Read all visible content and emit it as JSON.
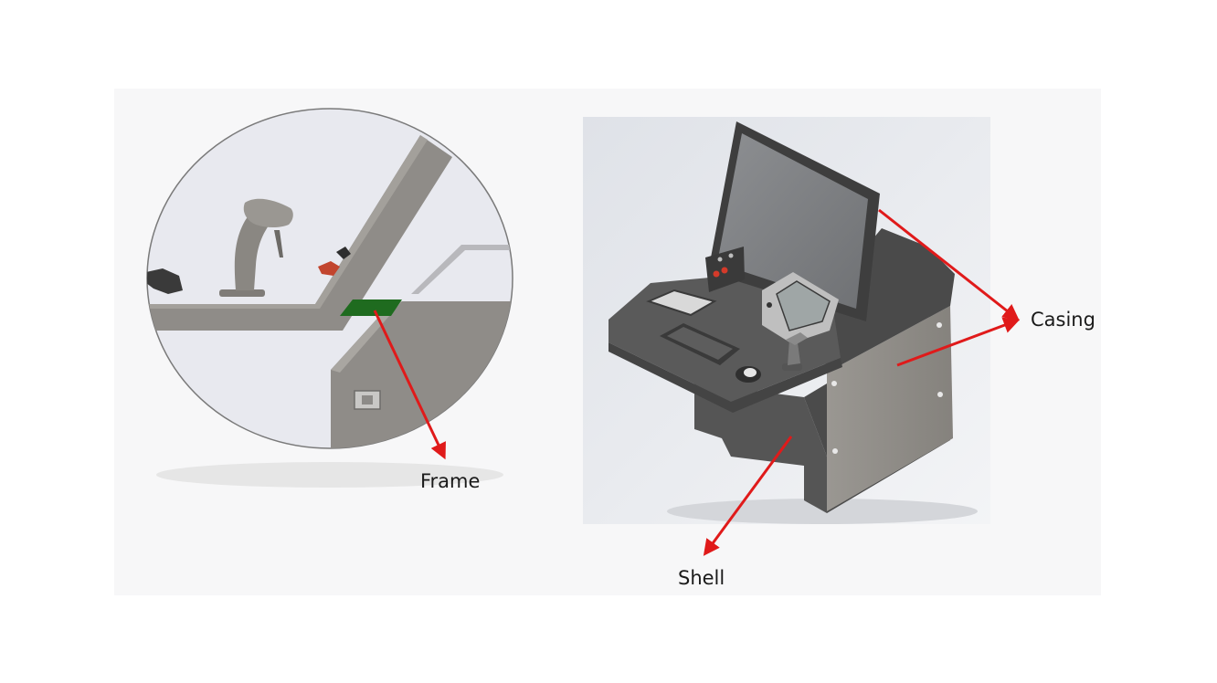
{
  "labels": {
    "frame": "Frame",
    "casing": "Casing",
    "shell": "Shell"
  },
  "colors": {
    "arrow": "#e01a1a",
    "frame_highlight": "#1f6b1f",
    "console_dark": "#545454",
    "casing_panel": "#8f8c88",
    "background_panel": "#e9ebef"
  },
  "icons": [
    "joystick-icon",
    "mouse-icon",
    "keyboard-icon",
    "monitor-icon"
  ]
}
